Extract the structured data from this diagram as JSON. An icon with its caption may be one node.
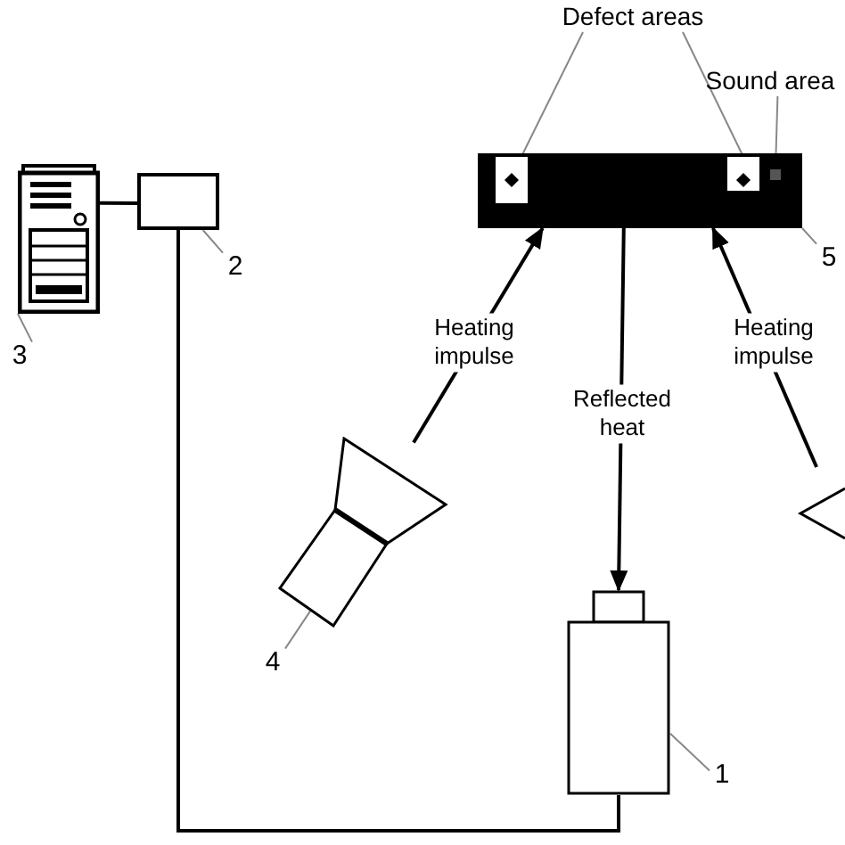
{
  "diagram": {
    "nodes": [
      {
        "text": [],
        "shape": "picture"
      },
      {
        "text": [],
        "shape": "box"
      },
      {
        "text": [],
        "shape": "bar"
      },
      {
        "text": [],
        "shape": "box",
        "in": 2
      },
      {
        "text": [],
        "shape": "box",
        "in": 2
      },
      {
        "text": [],
        "shape": "box",
        "in": 2
      },
      {
        "text": [],
        "shape": "picture"
      },
      {
        "text": [],
        "shape": "picture"
      },
      {
        "text": [],
        "shape": "box"
      },
      {
        "text": [
          "Defect areas"
        ]
      },
      {
        "text": [
          "Sound area"
        ]
      },
      {
        "text": [
          "1"
        ]
      },
      {
        "text": [
          "2"
        ]
      },
      {
        "text": [
          "3"
        ]
      },
      {
        "text": [
          "4"
        ]
      },
      {
        "text": [
          "5"
        ]
      }
    ],
    "edges": [
      {
        "from": 0,
        "to": 1,
        "arrow": "none",
        "color": "#000000"
      },
      {
        "from": 1,
        "to": 8,
        "arrow": "none",
        "color": "#000000"
      },
      {
        "from": 6,
        "to": 2,
        "arrow": "to",
        "label": "Heating impulse",
        "color": "#000000"
      },
      {
        "from": 7,
        "to": 2,
        "arrow": "to",
        "label": "Heating impulse",
        "color": "#000000"
      },
      {
        "from": 2,
        "to": 8,
        "arrow": "to",
        "label": "Reflected heat",
        "color": "#000000"
      },
      {
        "from": 9,
        "to": 3,
        "arrow": "none"
      },
      {
        "from": 9,
        "to": 4,
        "arrow": "none"
      },
      {
        "from": 10,
        "to": 5,
        "arrow": "none"
      },
      {
        "from": 11,
        "to": 8,
        "arrow": "none"
      },
      {
        "from": 12,
        "to": 1,
        "arrow": "none"
      },
      {
        "from": 13,
        "to": 0,
        "arrow": "none"
      },
      {
        "from": 14,
        "to": 6,
        "arrow": "none"
      },
      {
        "from": 15,
        "to": 2,
        "arrow": "none"
      }
    ]
  }
}
